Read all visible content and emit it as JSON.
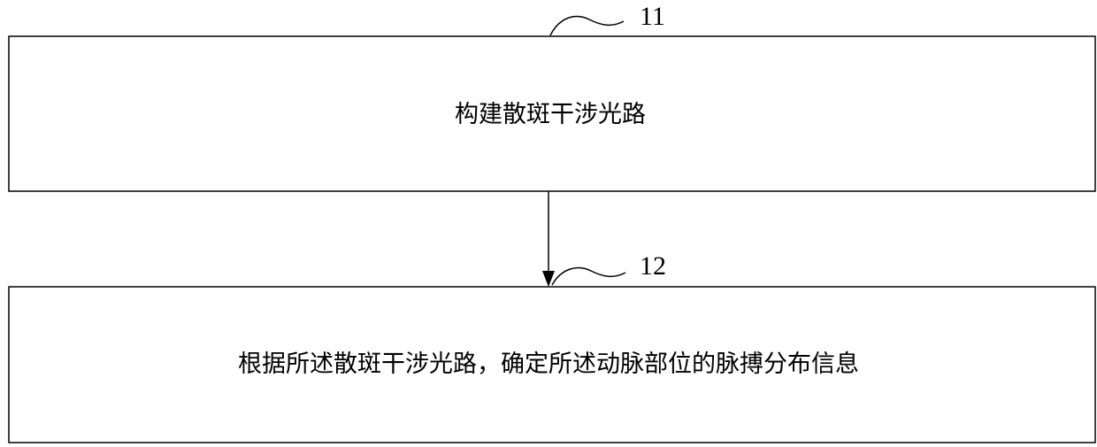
{
  "steps": [
    {
      "id": "11",
      "text": "构建散斑干涉光路"
    },
    {
      "id": "12",
      "text": "根据所述散斑干涉光路，确定所述动脉部位的脉搏分布信息"
    }
  ],
  "colors": {
    "line": "#000000",
    "background": "#ffffff"
  }
}
